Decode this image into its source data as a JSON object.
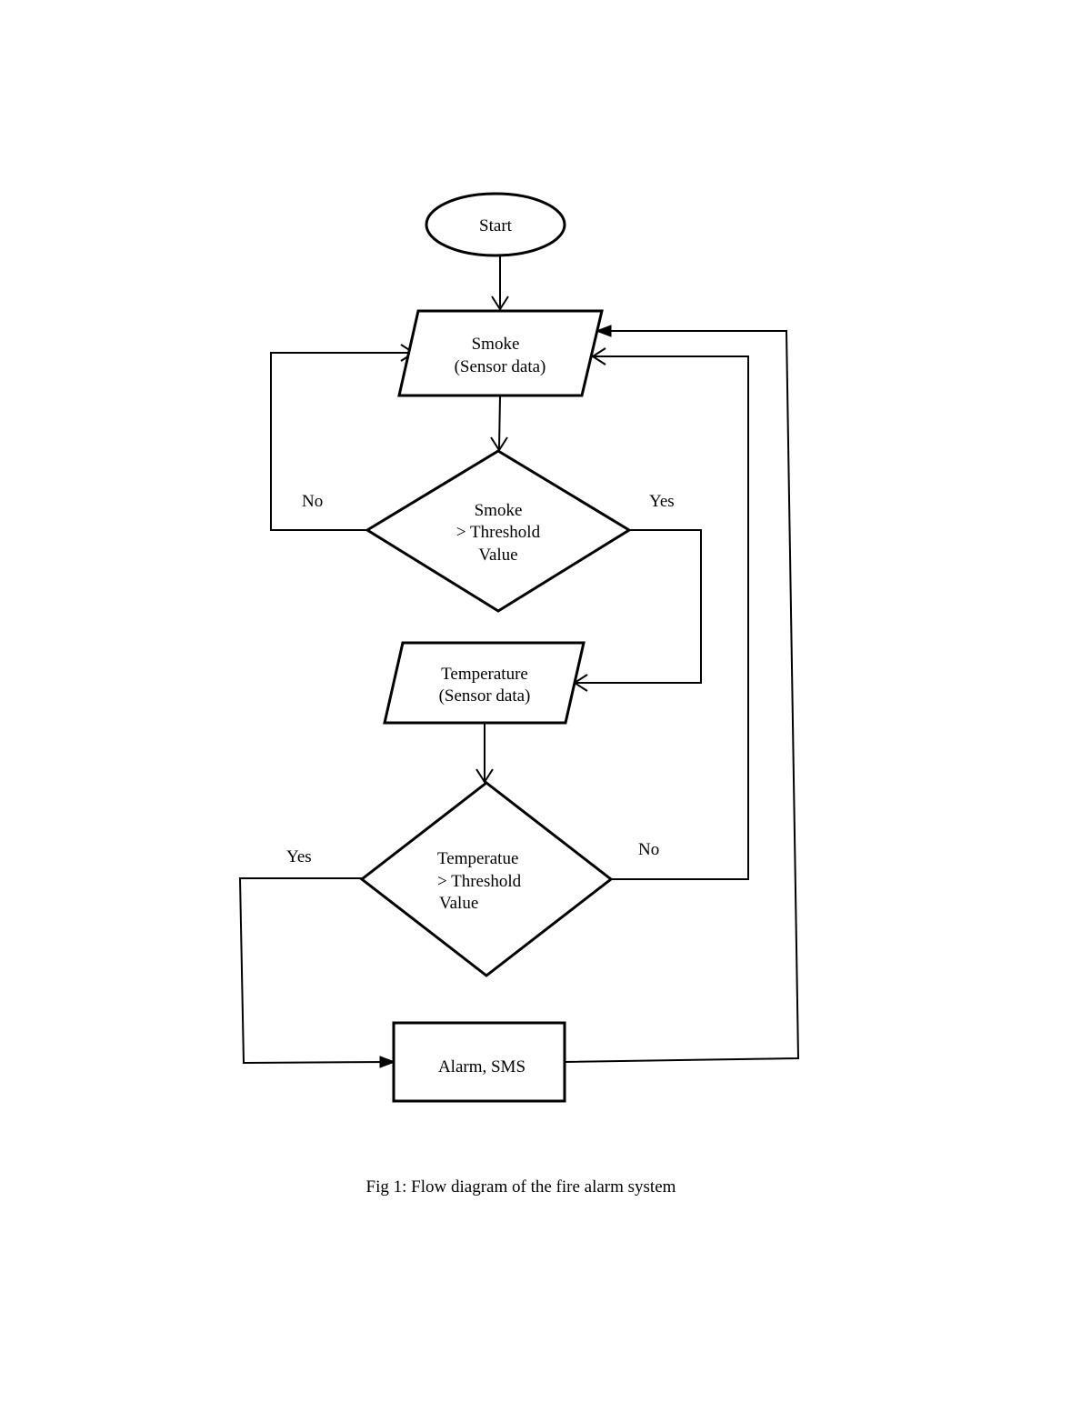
{
  "nodes": {
    "start": "Start",
    "smoke_input": [
      "Smoke",
      "(Sensor data)"
    ],
    "smoke_decision": [
      "Smoke",
      "> Threshold",
      "Value"
    ],
    "temp_input": [
      "Temperature",
      "(Sensor data)"
    ],
    "temp_decision": [
      "Temperatue",
      "> Threshold",
      "Value"
    ],
    "alarm": "Alarm, SMS"
  },
  "edges": {
    "smoke_no": "No",
    "smoke_yes": "Yes",
    "temp_yes": "Yes",
    "temp_no": "No"
  },
  "caption": "Fig 1: Flow diagram of the fire alarm system"
}
